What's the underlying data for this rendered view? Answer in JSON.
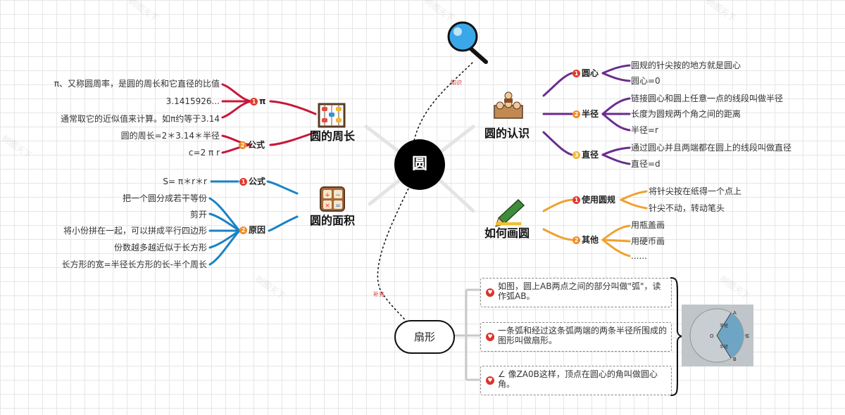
{
  "watermark": "树图天下",
  "center": {
    "title": "圆"
  },
  "connectors": {
    "search_label": "知识",
    "sector_label": "补充"
  },
  "colors": {
    "perimeter": "#c8173a",
    "area": "#1a82c4",
    "know": "#6a2d8f",
    "draw": "#f0a12f",
    "sector": "#c9c9c9"
  },
  "perimeter": {
    "title": "圆的周长",
    "icon": "abacus-icon",
    "groups": [
      {
        "num": "1",
        "label": "π",
        "items": [
          "π、又称圆周率，是圆的周长和它直径的比值",
          "3.1415926...",
          "通常取它的近似值来计算。如π约等于3.14"
        ]
      },
      {
        "num": "2",
        "label": "公式",
        "items": [
          "圆的周长=2＊3.14＊半径",
          "c=2 π r"
        ]
      }
    ]
  },
  "area": {
    "title": "圆的面积",
    "icon": "calculator-icon",
    "groups": [
      {
        "num": "1",
        "label": "公式",
        "items": [
          "S= π＊r＊r"
        ]
      },
      {
        "num": "2",
        "label": "原因",
        "items": [
          "把一个圆分成若干等份",
          "剪开",
          "将小份拼在一起，可以拼成平行四边形",
          "份数越多越近似于长方形",
          "长方形的宽=半径长方形的长-半个周长"
        ]
      }
    ]
  },
  "knowledge": {
    "title": "圆的认识",
    "icon": "people-icon",
    "groups": [
      {
        "num": "1",
        "label": "圆心",
        "items": [
          "圆规的针尖按的地方就是圆心",
          "圆心=0"
        ]
      },
      {
        "num": "2",
        "label": "半径",
        "items": [
          "链接圆心和圆上任意一点的线段叫做半径",
          "长度为圆规两个角之间的距离",
          "半径=r"
        ]
      },
      {
        "num": "3",
        "label": "直径",
        "items": [
          "通过圆心并且两端都在圆上的线段叫做直径",
          "直径=d"
        ]
      }
    ]
  },
  "drawing": {
    "title": "如何画圆",
    "icon": "pencil-icon",
    "groups": [
      {
        "num": "1",
        "label": "使用圆规",
        "items": [
          "将针尖按在纸得一个点上",
          "针尖不动，转动笔头"
        ]
      },
      {
        "num": "2",
        "label": "其他",
        "items": [
          "用瓶盖画",
          "用硬币画",
          "......"
        ]
      }
    ]
  },
  "sector": {
    "title": "扇形",
    "cards": [
      "如图，圆上AB两点之间的部分叫做\"弧\"，读作弧AB。",
      "一条弧和经过这条弧两端的两条半径所围成的图形叫做扇形。",
      "∠ 像ZA0B这样，顶点在圆心的角叫做圆心角。"
    ],
    "figure": {
      "labels": [
        "A",
        "B",
        "O",
        "半径",
        "半径",
        "弧"
      ]
    }
  }
}
